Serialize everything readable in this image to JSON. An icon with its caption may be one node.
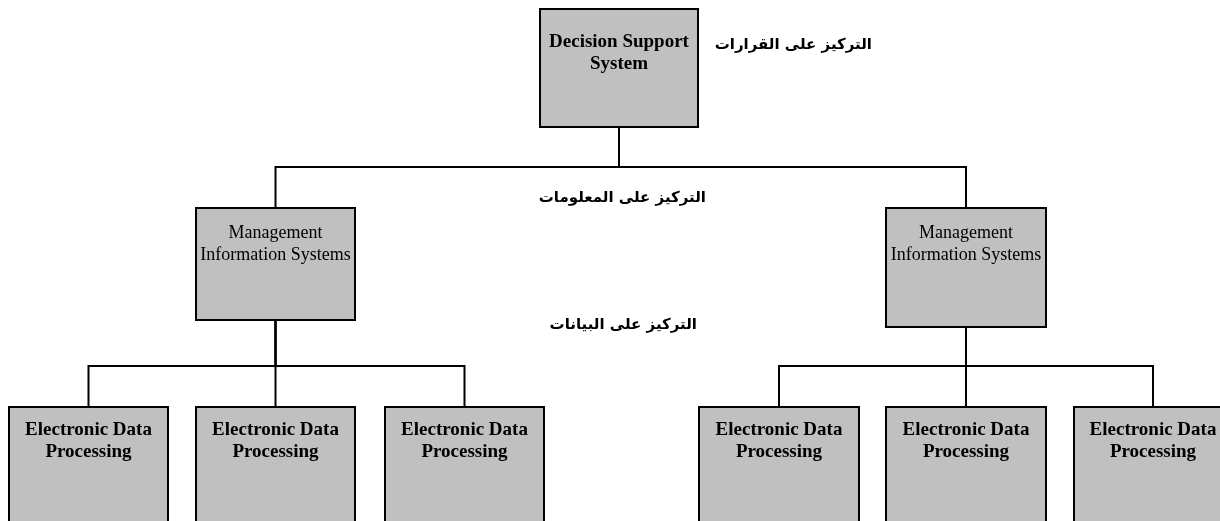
{
  "diagram": {
    "nodes": [
      {
        "text": [
          "Decision Support System"
        ]
      },
      {
        "text": [
          "Management Information Systems"
        ]
      },
      {
        "text": [
          "Management Information Systems"
        ]
      },
      {
        "text": [
          "Electronic Data Processing"
        ]
      },
      {
        "text": [
          "Electronic Data Processing"
        ]
      },
      {
        "text": [
          "Electronic Data Processing"
        ]
      },
      {
        "text": [
          "Electronic Data Processing"
        ]
      },
      {
        "text": [
          "Electronic Data Processing"
        ]
      },
      {
        "text": [
          "Electronic Data Processing"
        ]
      }
    ],
    "edges": [
      {
        "from": 0,
        "to": 1,
        "arrow": "none"
      },
      {
        "from": 0,
        "to": 2,
        "arrow": "none"
      },
      {
        "from": 1,
        "to": 3,
        "arrow": "none"
      },
      {
        "from": 1,
        "to": 4,
        "arrow": "none"
      },
      {
        "from": 1,
        "to": 5,
        "arrow": "none"
      },
      {
        "from": 2,
        "to": 6,
        "arrow": "none"
      },
      {
        "from": 2,
        "to": 7,
        "arrow": "none"
      },
      {
        "from": 2,
        "to": 8,
        "arrow": "none"
      }
    ],
    "labels": [
      "التركيز على القرارات",
      "التركيز على المعلومات",
      "التركيز على البيانات"
    ]
  }
}
